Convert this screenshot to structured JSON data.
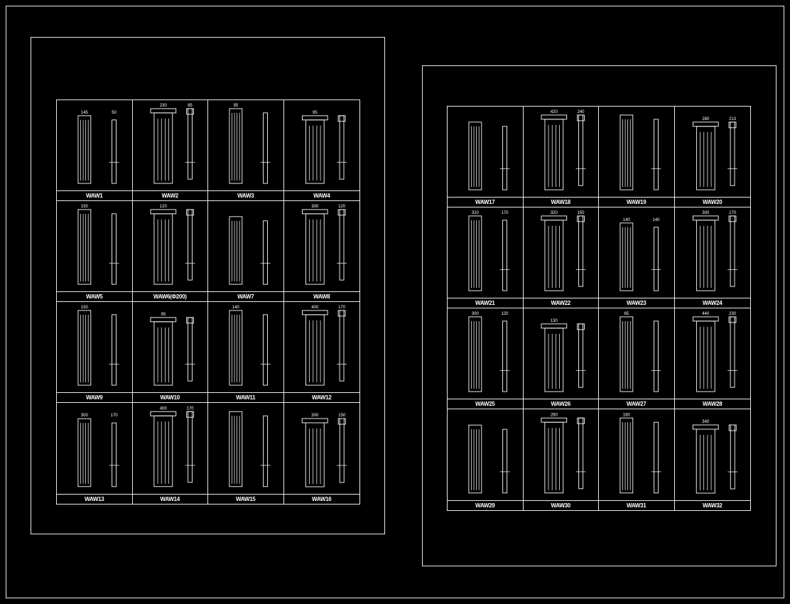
{
  "colors": {
    "background": "#000000",
    "line": "#e8e8e8"
  },
  "sheets": [
    {
      "name": "sheet-left",
      "items": [
        {
          "label": "WAW1",
          "dims": [
            "145",
            "50"
          ]
        },
        {
          "label": "WAW2",
          "dims": [
            "230",
            "85"
          ]
        },
        {
          "label": "WAW3",
          "dims": [
            "95"
          ]
        },
        {
          "label": "WAW4",
          "dims": [
            "95"
          ]
        },
        {
          "label": "WAW5",
          "dims": [
            "150"
          ]
        },
        {
          "label": "WAW6(Φ200)",
          "dims": [
            "120"
          ]
        },
        {
          "label": "WAW7",
          "dims": []
        },
        {
          "label": "WAW8",
          "dims": [
            "300",
            "120"
          ]
        },
        {
          "label": "WAW9",
          "dims": [
            "150"
          ]
        },
        {
          "label": "WAW10",
          "dims": [
            "95"
          ]
        },
        {
          "label": "WAW11",
          "dims": [
            "140"
          ]
        },
        {
          "label": "WAW12",
          "dims": [
            "400",
            "170"
          ]
        },
        {
          "label": "WAW13",
          "dims": [
            "300",
            "170"
          ]
        },
        {
          "label": "WAW14",
          "dims": [
            "400",
            "170"
          ]
        },
        {
          "label": "WAW15",
          "dims": []
        },
        {
          "label": "WAW16",
          "dims": [
            "300",
            "150"
          ]
        }
      ]
    },
    {
      "name": "sheet-right",
      "items": [
        {
          "label": "WAW17",
          "dims": []
        },
        {
          "label": "WAW18",
          "dims": [
            "420",
            "240"
          ]
        },
        {
          "label": "WAW19",
          "dims": []
        },
        {
          "label": "WAW20",
          "dims": [
            "280",
            "213"
          ]
        },
        {
          "label": "WAW21",
          "dims": [
            "310",
            "170"
          ]
        },
        {
          "label": "WAW22",
          "dims": [
            "320",
            "150"
          ]
        },
        {
          "label": "WAW23",
          "dims": [
            "140",
            "140"
          ]
        },
        {
          "label": "WAW24",
          "dims": [
            "300",
            "170"
          ]
        },
        {
          "label": "WAW25",
          "dims": [
            "300",
            "120"
          ]
        },
        {
          "label": "WAW26",
          "dims": [
            "130"
          ]
        },
        {
          "label": "WAW27",
          "dims": [
            "65"
          ]
        },
        {
          "label": "WAW28",
          "dims": [
            "440",
            "230"
          ]
        },
        {
          "label": "WAW29",
          "dims": []
        },
        {
          "label": "WAW30",
          "dims": [
            "260"
          ]
        },
        {
          "label": "WAW31",
          "dims": [
            "180"
          ]
        },
        {
          "label": "WAW32",
          "dims": [
            "340"
          ]
        }
      ]
    }
  ]
}
